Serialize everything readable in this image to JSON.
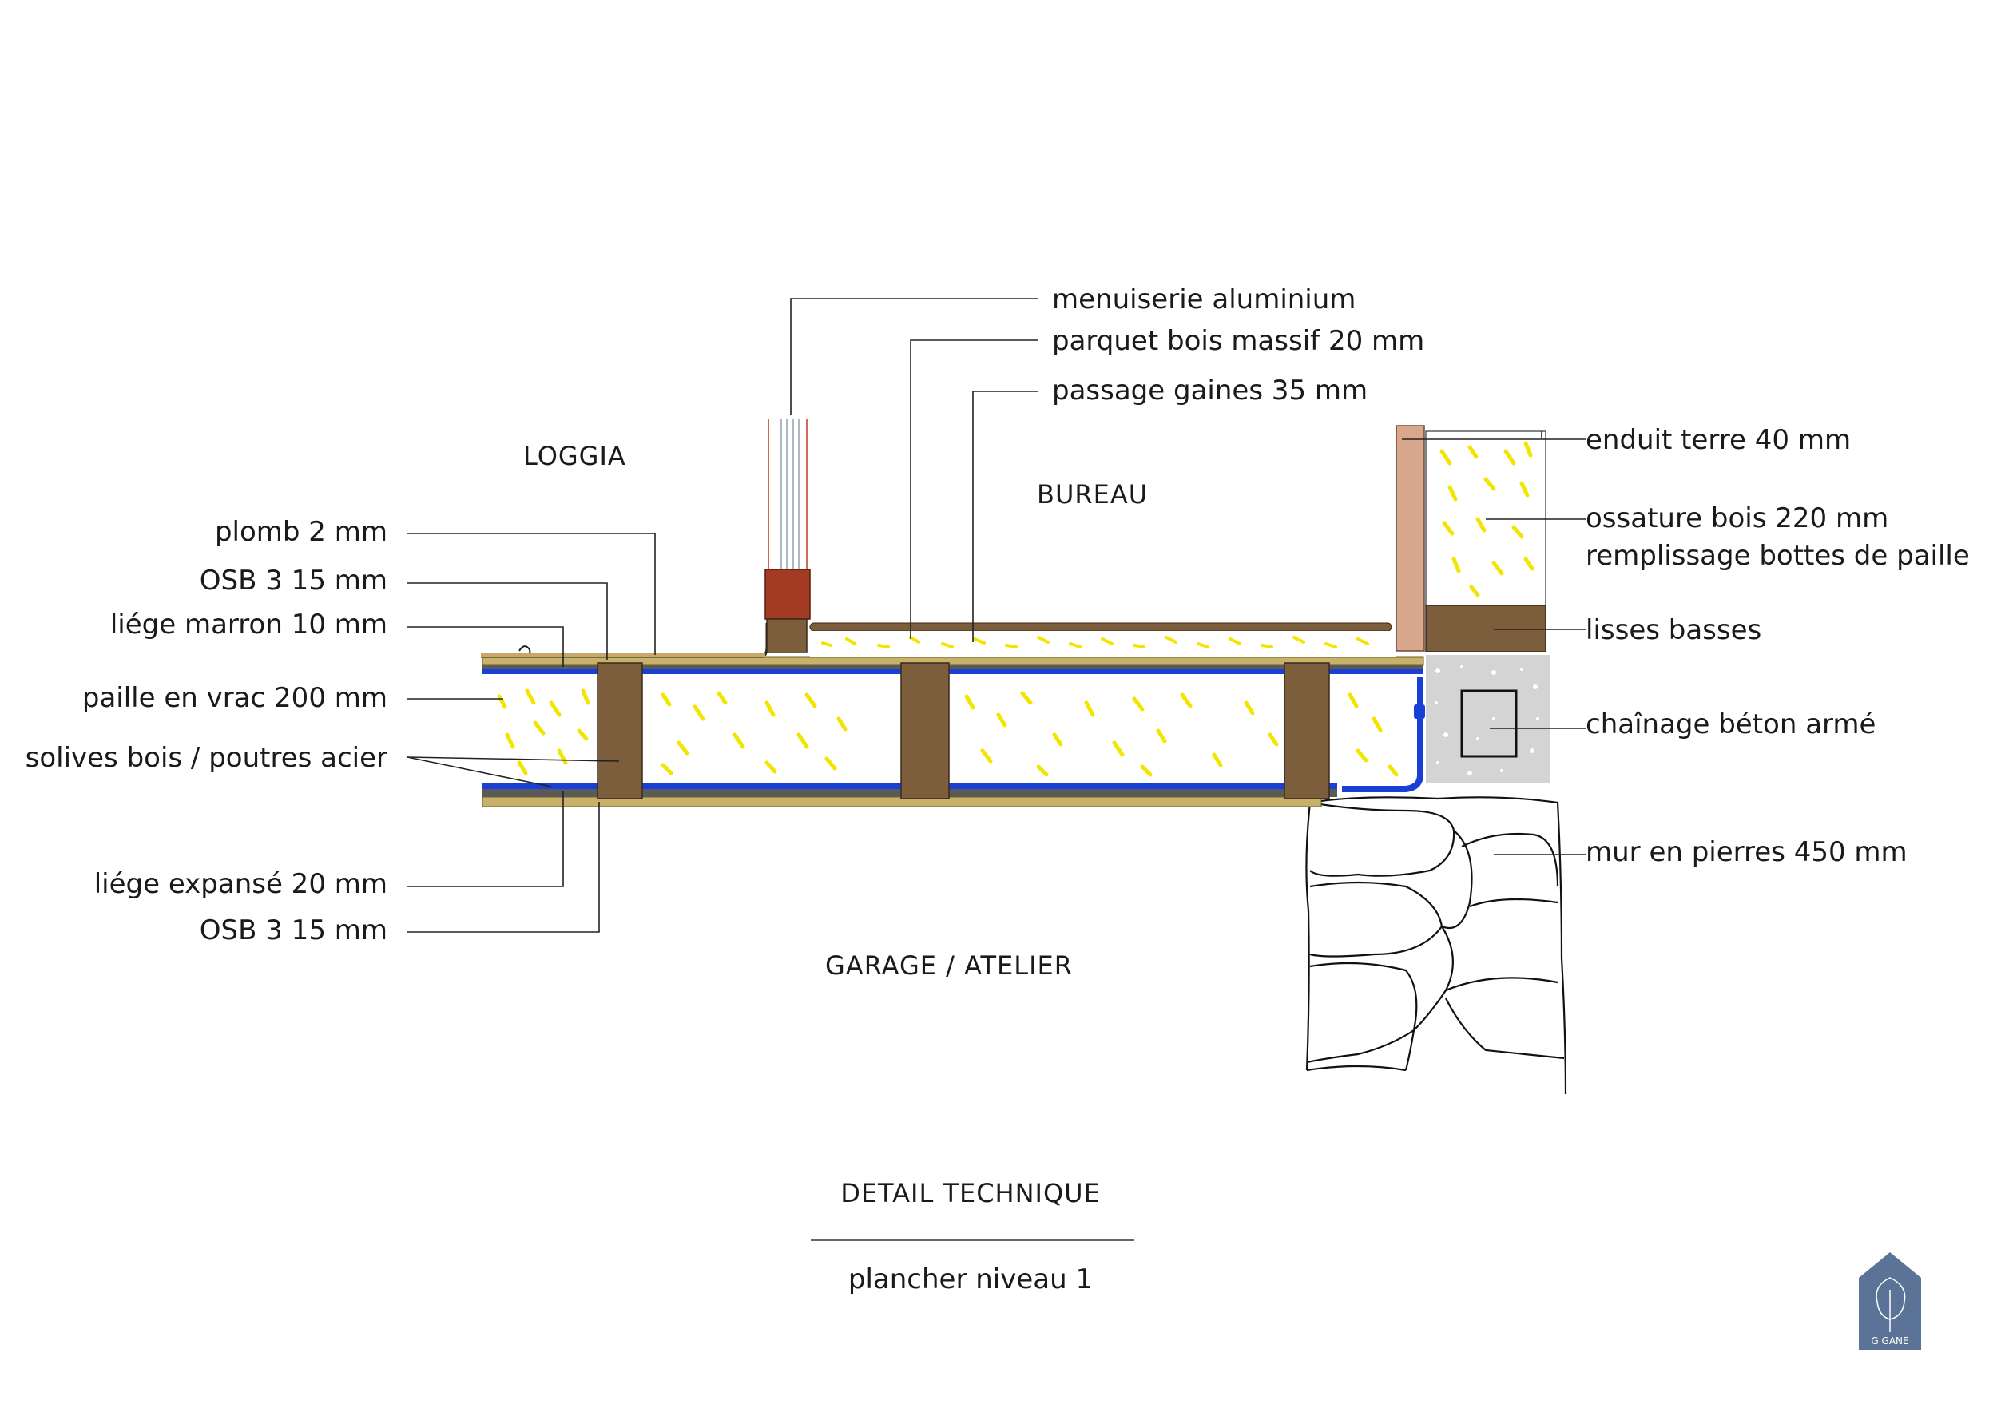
{
  "rooms": {
    "loggia": "LOGGIA",
    "bureau": "BUREAU",
    "garage": "GARAGE / ATELIER"
  },
  "labels_right": {
    "menuiserie": "menuiserie aluminium",
    "parquet": "parquet bois massif 20 mm",
    "gaines": "passage gaines 35 mm",
    "enduit": "enduit terre 40 mm",
    "ossature_1": "ossature bois 220 mm",
    "ossature_2": "remplissage bottes de paille",
    "lisses": "lisses basses",
    "chainage": "chaînage béton armé",
    "mur": "mur en pierres 450 mm"
  },
  "labels_left": {
    "plomb": "plomb 2 mm",
    "osb_top": "OSB 3 15 mm",
    "liege_marron": "liége marron 10 mm",
    "paille": "paille en vrac 200 mm",
    "solives": "solives bois / poutres acier",
    "liege_expanse": "liége expansé 20 mm",
    "osb_bottom": "OSB 3 15 mm"
  },
  "title": {
    "main": "DETAIL TECHNIQUE",
    "sub": "plancher niveau 1"
  },
  "logo": {
    "text": "G  GANE",
    "icon": "house-tree-logo-icon"
  },
  "colors": {
    "straw": "#f2e600",
    "wood": "#7d5e3c",
    "osb": "#c8b26a",
    "membrane": "#1a3fd6",
    "cork": "#5a5a5a",
    "earth_render": "#d9a88c",
    "concrete": "#d4d4d4",
    "frame_red": "#a33a22",
    "logo_bg": "#5b7396"
  }
}
